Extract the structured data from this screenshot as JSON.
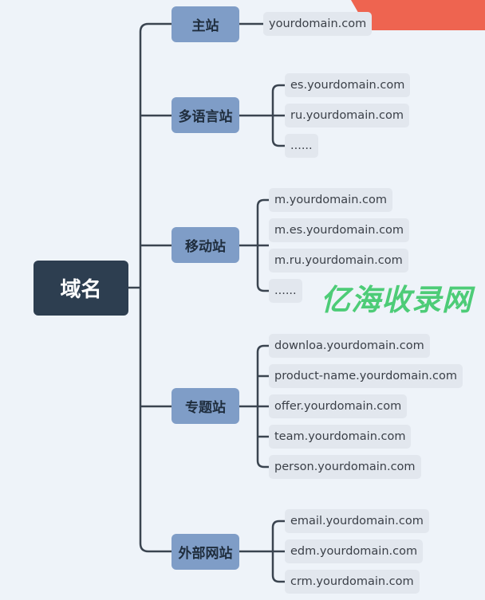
{
  "root": "域名",
  "branches": [
    {
      "label": "主站",
      "leaves": [
        "yourdomain.com"
      ]
    },
    {
      "label": "多语言站",
      "leaves": [
        "es.yourdomain.com",
        "ru.yourdomain.com",
        "......"
      ]
    },
    {
      "label": "移动站",
      "leaves": [
        "m.yourdomain.com",
        "m.es.yourdomain.com",
        "m.ru.yourdomain.com",
        "......"
      ]
    },
    {
      "label": "专题站",
      "leaves": [
        "downloa.yourdomain.com",
        "product-name.yourdomain.com",
        "offer.yourdomain.com",
        "team.yourdomain.com",
        "person.yourdomain.com"
      ]
    },
    {
      "label": "外部网站",
      "leaves": [
        "email.yourdomain.com",
        "edm.yourdomain.com",
        "crm.yourdomain.com"
      ]
    }
  ],
  "watermark": "亿海收录网"
}
